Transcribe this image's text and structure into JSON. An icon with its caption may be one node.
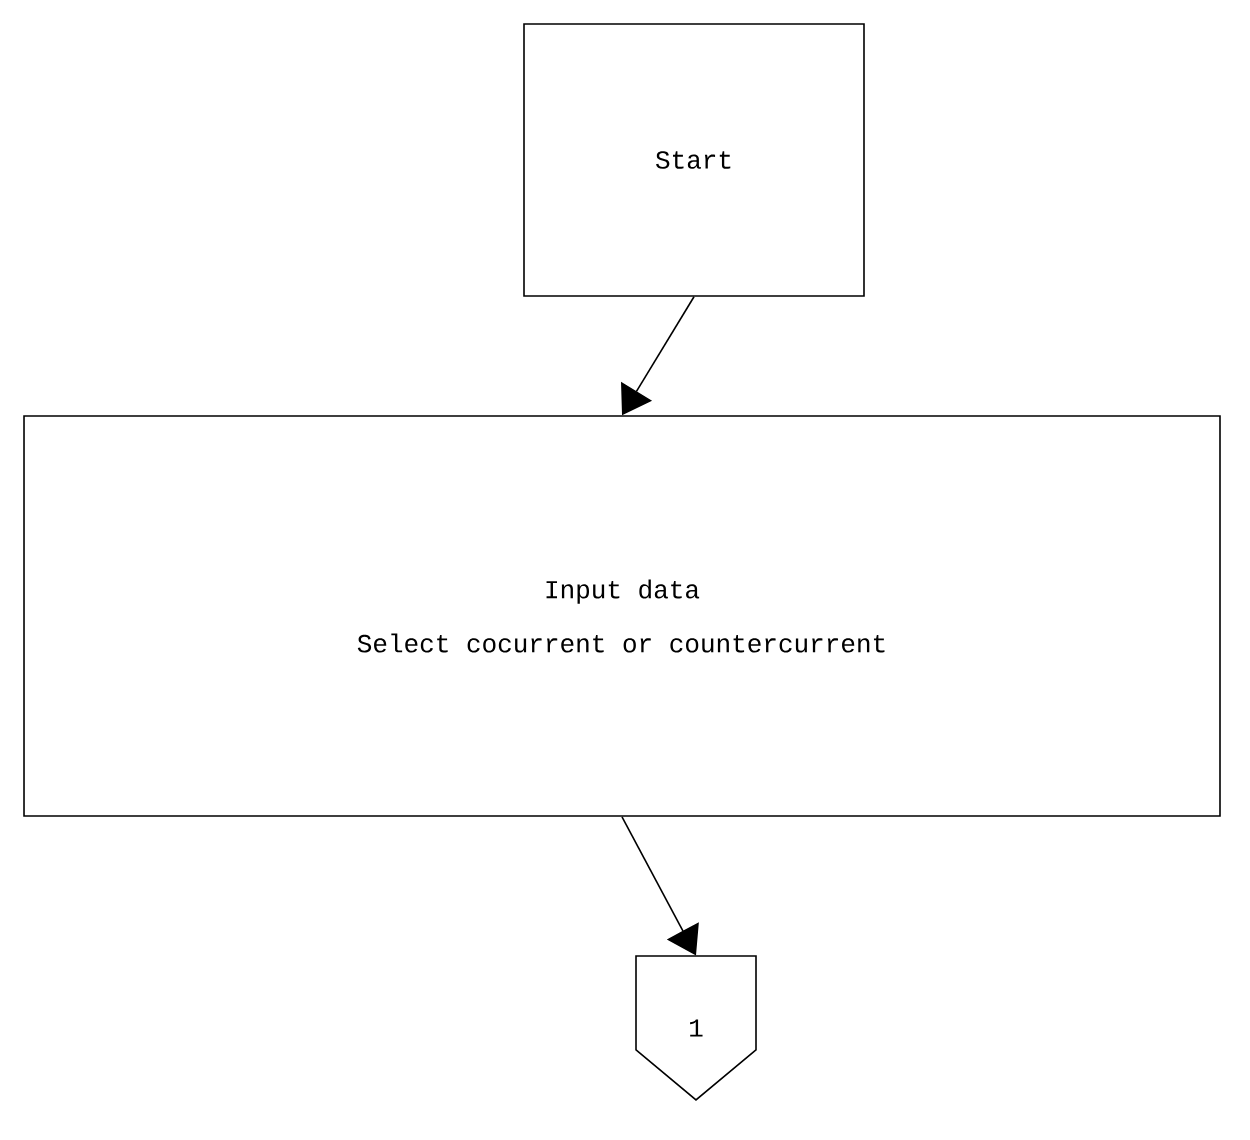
{
  "diagram": {
    "nodes": [
      {
        "text": [
          "Start"
        ]
      },
      {
        "text": [
          "Input data",
          "Select cocurrent or countercurrent"
        ]
      },
      {
        "text": [
          "1"
        ]
      }
    ],
    "edges": [
      {
        "from": 0,
        "to": 1,
        "arrow": "to"
      },
      {
        "from": 1,
        "to": 2,
        "arrow": "to"
      }
    ]
  }
}
